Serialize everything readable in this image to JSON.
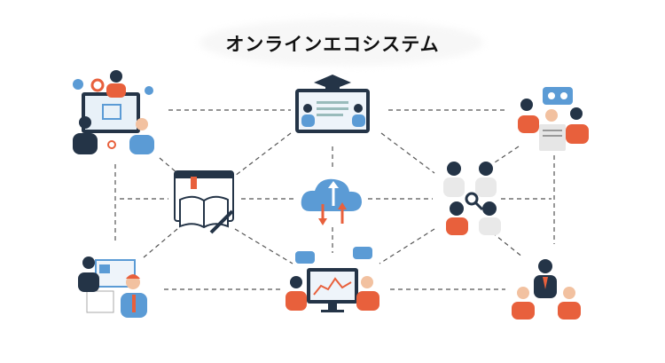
{
  "title": "オンラインエコシステム",
  "colors": {
    "orange": "#E8603C",
    "navy": "#243447",
    "blue": "#5B9BD5",
    "light_blue": "#8EC3E6",
    "line": "#555555"
  },
  "nodes": [
    {
      "id": "online-tutoring",
      "icon": "teacher-laptop-icon"
    },
    {
      "id": "online-classroom",
      "icon": "graduation-cap-screen-icon"
    },
    {
      "id": "collaboration",
      "icon": "team-gears-chat-icon"
    },
    {
      "id": "e-book",
      "icon": "open-book-pen-icon"
    },
    {
      "id": "cloud",
      "icon": "cloud-sync-icon"
    },
    {
      "id": "community-search",
      "icon": "people-search-icon"
    },
    {
      "id": "presentation",
      "icon": "presenter-board-icon"
    },
    {
      "id": "webinar",
      "icon": "monitor-chart-chat-icon"
    },
    {
      "id": "leadership",
      "icon": "leader-team-icon"
    }
  ]
}
